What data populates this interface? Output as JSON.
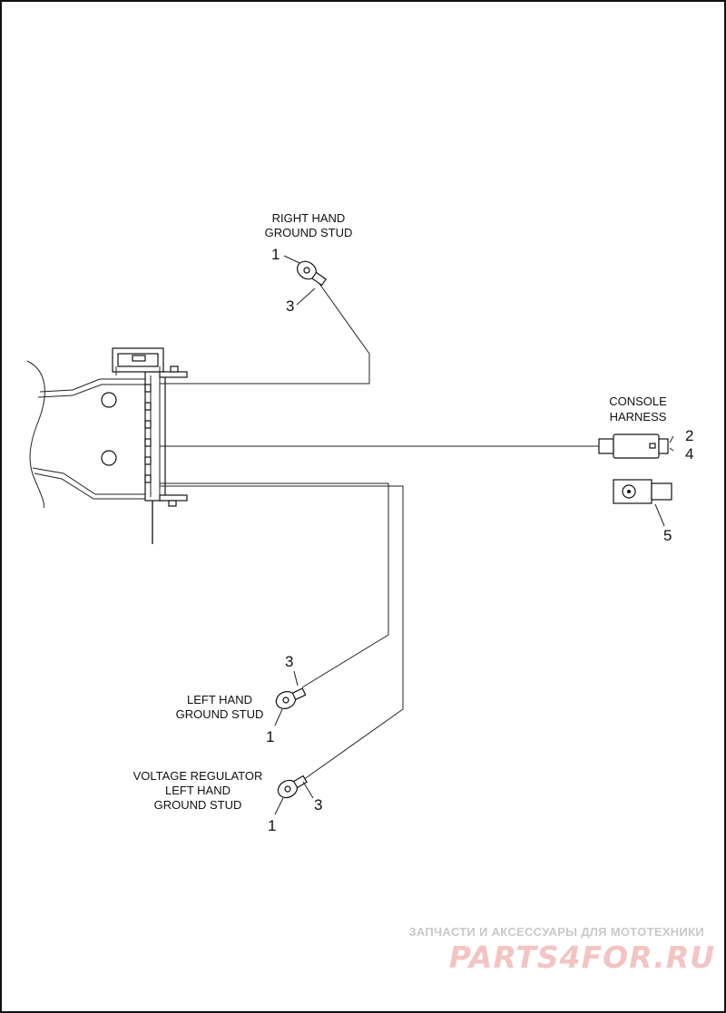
{
  "labels": {
    "right_hand_stud": [
      "RIGHT HAND",
      "GROUND STUD"
    ],
    "console_harness": [
      "CONSOLE",
      "HARNESS"
    ],
    "left_hand_stud": [
      "LEFT HAND",
      "GROUND STUD"
    ],
    "voltage_regulator_stud": [
      "VOLTAGE REGULATOR",
      "LEFT HAND",
      "GROUND STUD"
    ]
  },
  "callouts": {
    "rh_ring": "1",
    "rh_wire": "3",
    "console_connector_a": "2",
    "console_connector_b": "4",
    "terminal_lock": "5",
    "lh_wire": "3",
    "lh_ring": "1",
    "vr_wire": "3",
    "vr_ring": "1"
  },
  "watermark": {
    "line1": "ЗАПЧАСТИ И АКСЕССУАРЫ ДЛЯ МОТОТЕХНИКИ",
    "line2": "PARTS4FOR.RU"
  }
}
